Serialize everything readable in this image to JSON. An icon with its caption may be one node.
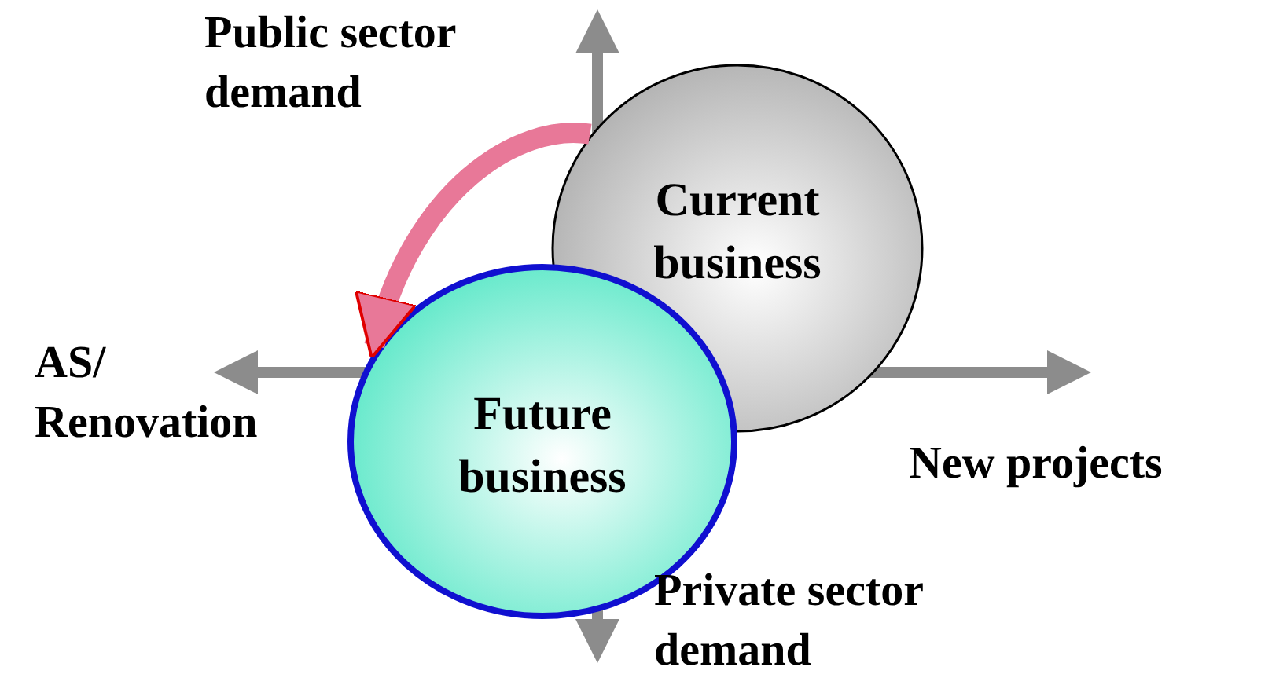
{
  "diagram": {
    "nodes": [
      {
        "text": [
          "Current business"
        ]
      },
      {
        "text": [
          "Future business"
        ]
      }
    ],
    "edges": [
      {
        "from": 0,
        "to": 1,
        "arrow": "to"
      }
    ],
    "labels": [
      "Public sector demand",
      "AS/ Renovation",
      "New projects",
      "Private sector demand"
    ]
  }
}
